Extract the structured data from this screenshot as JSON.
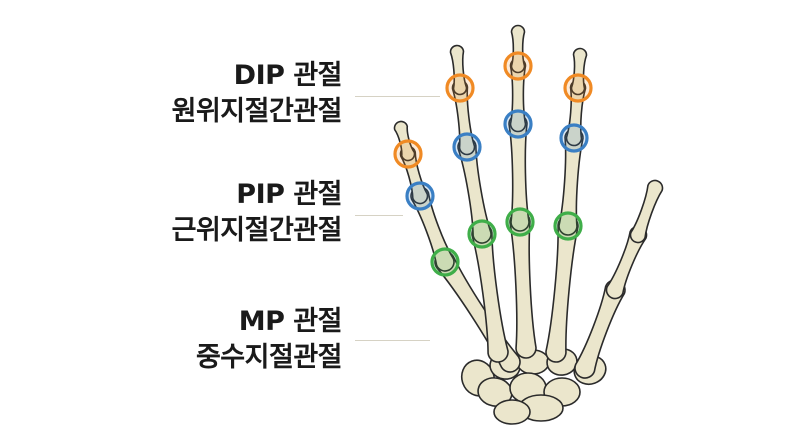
{
  "labels": {
    "dip": {
      "abbr": "DIP 관절",
      "full": "원위지절간관절",
      "color": "#f08a24"
    },
    "pip": {
      "abbr": "PIP 관절",
      "full": "근위지절간관절",
      "color": "#3a7fc4"
    },
    "mp": {
      "abbr": "MP 관절",
      "full": "중수지절관절",
      "color": "#3fae49"
    }
  },
  "bone_color": "#ebe6cc",
  "bone_outline": "#2b2b2b"
}
